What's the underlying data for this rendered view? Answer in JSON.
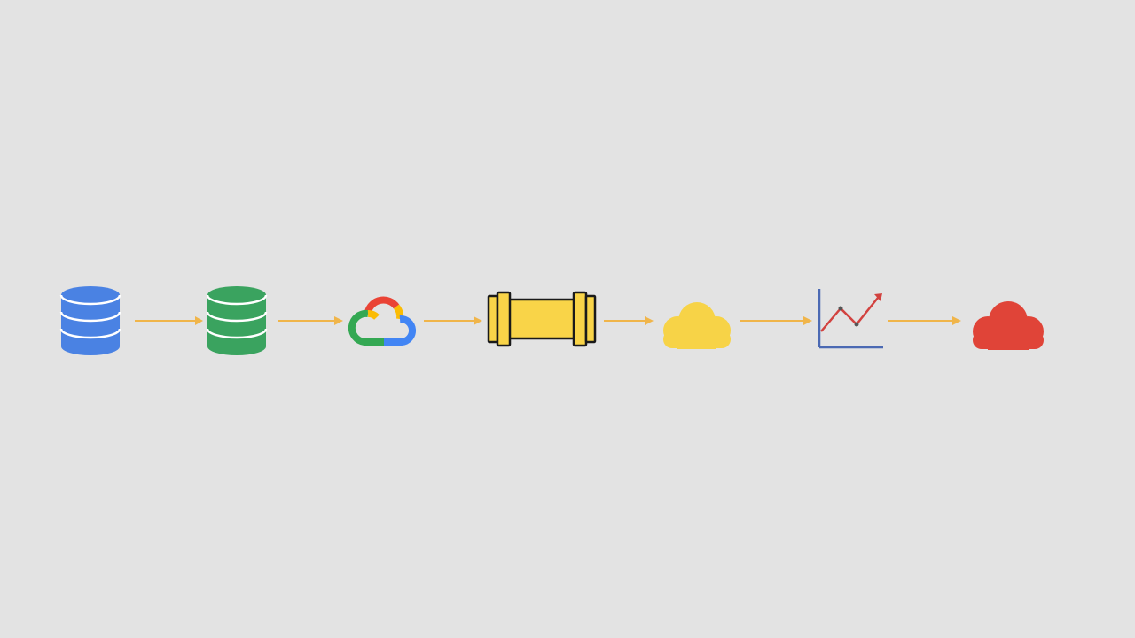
{
  "diagram": {
    "nodes": [
      {
        "id": "source-database",
        "icon": "database-icon",
        "color": "#4a82e3"
      },
      {
        "id": "staging-database",
        "icon": "database-icon",
        "color": "#3aa35f"
      },
      {
        "id": "google-cloud",
        "icon": "google-cloud-logo-icon",
        "colors": [
          "#ea4335",
          "#fbbc04",
          "#34a853",
          "#4285f4"
        ]
      },
      {
        "id": "data-pipeline",
        "icon": "pipe-icon",
        "color": "#f9d448",
        "outline": "#1a1a1a"
      },
      {
        "id": "yellow-cloud",
        "icon": "cloud-icon",
        "color": "#f7d347"
      },
      {
        "id": "analytics-chart",
        "icon": "line-chart-icon",
        "axis_color": "#4b69b3",
        "line_color": "#d2423f"
      },
      {
        "id": "red-cloud",
        "icon": "cloud-icon",
        "color": "#e04438"
      }
    ],
    "edges": [
      {
        "from": "source-database",
        "to": "staging-database"
      },
      {
        "from": "staging-database",
        "to": "google-cloud"
      },
      {
        "from": "google-cloud",
        "to": "data-pipeline"
      },
      {
        "from": "data-pipeline",
        "to": "yellow-cloud"
      },
      {
        "from": "yellow-cloud",
        "to": "analytics-chart"
      },
      {
        "from": "analytics-chart",
        "to": "red-cloud"
      }
    ],
    "arrow_color": "#f0b54a",
    "background": "#e3e3e3"
  }
}
